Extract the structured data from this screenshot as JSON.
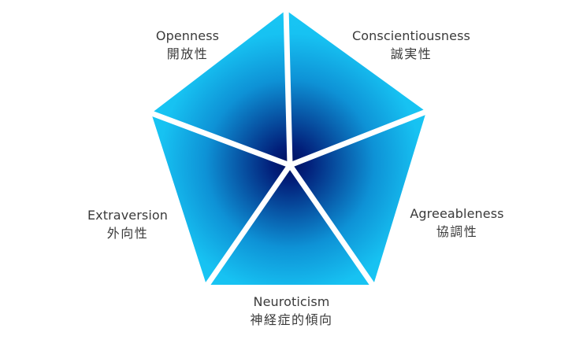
{
  "traits": [
    {
      "key": "openness",
      "en": "Openness",
      "jp": "開放性"
    },
    {
      "key": "conscientiousness",
      "en": "Conscientiousness",
      "jp": "誠実性"
    },
    {
      "key": "agreeableness",
      "en": "Agreeableness",
      "jp": "協調性"
    },
    {
      "key": "neuroticism",
      "en": "Neuroticism",
      "jp": "神経症的傾向"
    },
    {
      "key": "extraversion",
      "en": "Extraversion",
      "jp": "外向性"
    }
  ],
  "colors": {
    "outer": "#17c2f2",
    "center": "#00105e",
    "divider": "#ffffff",
    "text": "#3a3a3a"
  }
}
